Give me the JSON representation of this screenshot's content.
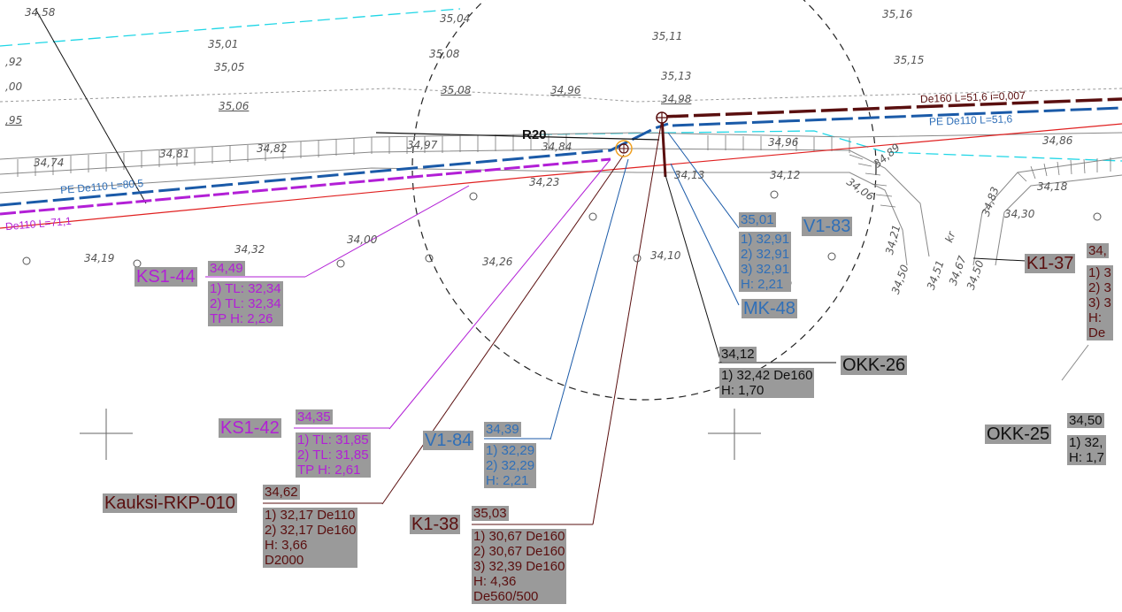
{
  "colors": {
    "purple": "#b21fd6",
    "blue": "#2f6fb8",
    "dark_red": "#5a0f0f",
    "cyan": "#1fd6e6",
    "red": "#e02020",
    "label_bg": "#9a9a9a"
  },
  "elevations": {
    "e1": "34,58",
    "e2": "35,04",
    "e3": "35,01",
    "e4": "35,05",
    "e5": "35,08",
    "e6": "35,11",
    "e7": "35,16",
    "e8": "35,15",
    "e9": "35,13",
    "e10": "35,08",
    "e11": "34,96",
    "e12": "34,98",
    "e13": "35,06",
    "e14": "34,97",
    "e15": "34,84",
    "e16": "34,96",
    "e17": "34,86",
    "e18": "34,74",
    "e19": "34,81",
    "e20": "34,82",
    "e21": "34,12",
    "e22": "34,06",
    "e23": "34,18",
    "e24": "34,32",
    "e25": "34,00",
    "e26": "34,19",
    "e27": "34,26",
    "e28": "34,10",
    "e29": "34,50",
    "e30": "34,51",
    "e31": "34,50",
    "e32": "34,67",
    "e33": "34,21",
    "e34": "34,30",
    "e35": "34,83",
    "e36": "34,89",
    "e37": ",92",
    "e38": ",00",
    "e39": ",95",
    "e40": "34,23",
    "e41": "34,13"
  },
  "pipe_labels": {
    "pe_de110_left": "PE De110 L=80,5",
    "de110_left": "De110 L=71,1",
    "de160_right": "De160 L=51,6 i=0,007",
    "pe_de110_right": "PE De110 L=51,6",
    "radius": "R20",
    "kr": "kr"
  },
  "callouts": {
    "ks1_44": {
      "name": "KS1-44",
      "top": "34,49",
      "lines": [
        "1) TL: 32,34",
        "2) TL: 32,34",
        "TP H: 2,26"
      ]
    },
    "ks1_42": {
      "name": "KS1-42",
      "top": "34,35",
      "lines": [
        "1) TL: 31,85",
        "2) TL: 31,85",
        "TP H: 2,61"
      ]
    },
    "v1_84": {
      "name": "V1-84",
      "top": "34,39",
      "lines": [
        "1) 32,29",
        "2) 32,29",
        "H: 2,21"
      ]
    },
    "v1_83": {
      "name": "V1-83",
      "top": "35,01",
      "lines": [
        "1) 32,91",
        "2) 32,91",
        "3) 32,91",
        "H: 2,21"
      ]
    },
    "mk_48": {
      "name": "MK-48"
    },
    "okk_26": {
      "name": "OKK-26",
      "top": "34,12",
      "lines": [
        "1) 32,42 De160",
        "H: 1,70"
      ]
    },
    "okk_25": {
      "name": "OKK-25",
      "top": "34,50",
      "lines": [
        "1) 32,",
        "H: 1,7"
      ]
    },
    "k1_37": {
      "name": "K1-37",
      "top": "34,",
      "lines": [
        "1) 3",
        "2) 3",
        "3) 3",
        "H: ",
        "De"
      ]
    },
    "k1_38": {
      "name": "K1-38",
      "top": "35,03",
      "lines": [
        "1) 30,67 De160",
        "2) 30,67 De160",
        "3) 32,39 De160",
        "H: 4,36",
        "De560/500"
      ]
    },
    "rkp_010": {
      "name": "Kauksi-RKP-010",
      "top": "34,62",
      "lines": [
        "1) 32,17 De110",
        "2) 32,17 De160",
        "H: 3,66",
        "D2000"
      ]
    }
  }
}
